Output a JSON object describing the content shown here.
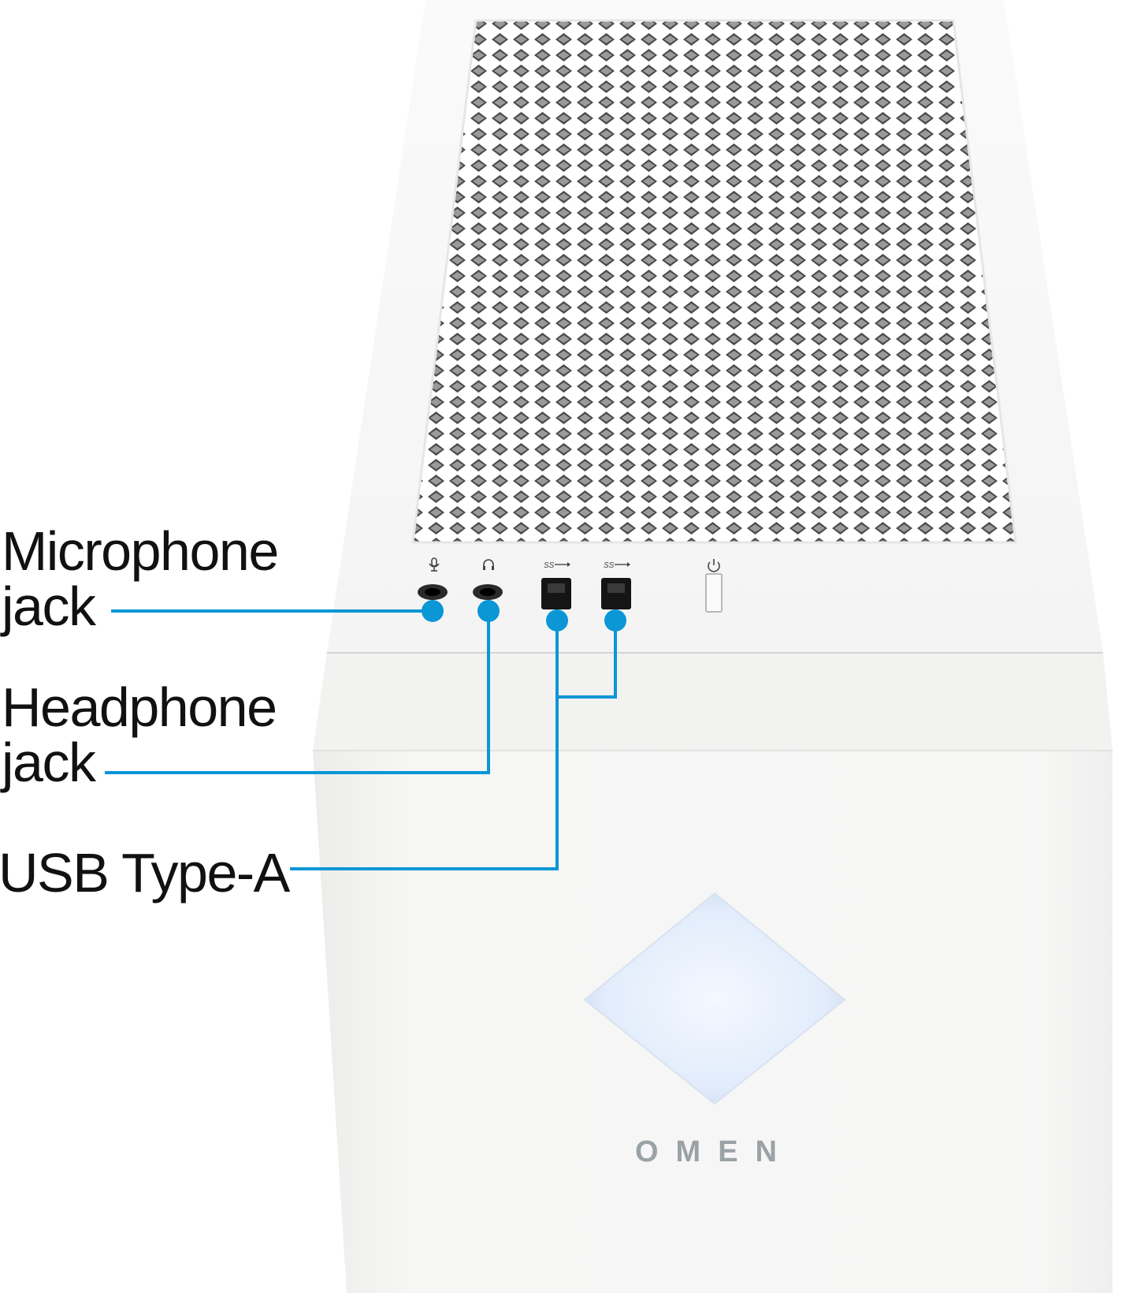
{
  "callouts": {
    "microphone": "Microphone\njack",
    "headphone": "Headphone\njack",
    "usb": "USB Type-A"
  },
  "product": {
    "logo_text": "OMEN",
    "port_markings": {
      "usb_left": "SS",
      "usb_right": "SS"
    }
  },
  "colors": {
    "callout_line": "#0b96d6",
    "case_body": "#f7f7f6",
    "logo_glow": "#e4eefb",
    "logo_text": "#9aa2a6"
  },
  "icons": [
    "microphone-icon",
    "headphone-icon",
    "usb-icon",
    "power-icon"
  ]
}
